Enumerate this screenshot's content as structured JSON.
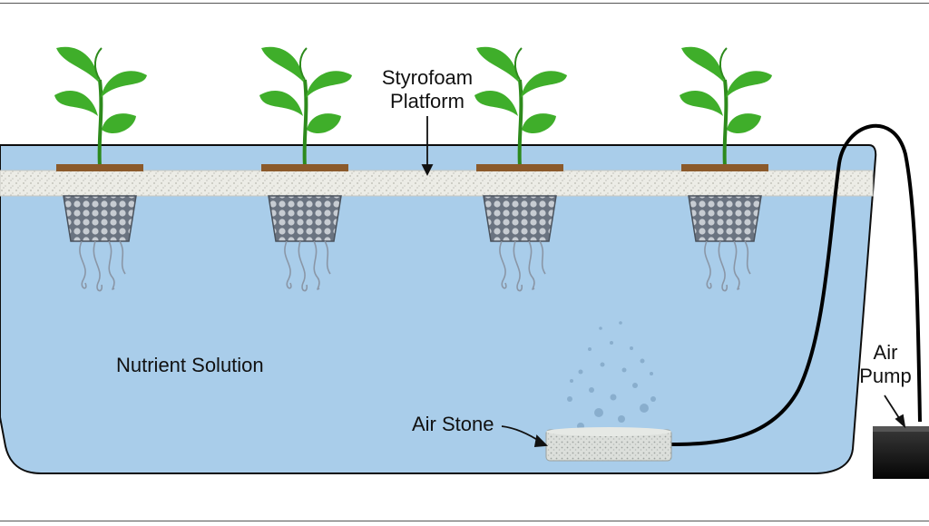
{
  "diagram": {
    "labels": {
      "platform_line1": "Styrofoam",
      "platform_line2": "Platform",
      "solution": "Nutrient Solution",
      "air_stone": "Air Stone",
      "pump_line1": "Air",
      "pump_line2": "Pump"
    },
    "plant_count": 4,
    "colors": {
      "water": "#a9cdea",
      "water_edge": "#0d0d0d",
      "foam": "#ecece6",
      "leaf": "#3fae2a",
      "leaf_dark": "#2d8a1c",
      "soil": "#8b5a2b",
      "net_pot": "#5c6470",
      "roots": "#8a96a6",
      "air_stone": "#d9dcd8",
      "bubbles": "#7fa4c4",
      "pump": "#1f1f1f",
      "tubing": "#000000"
    },
    "icons": [
      "plant-icon",
      "net-pot-icon",
      "air-stone-icon",
      "air-pump-icon",
      "bubbles-icon"
    ]
  }
}
